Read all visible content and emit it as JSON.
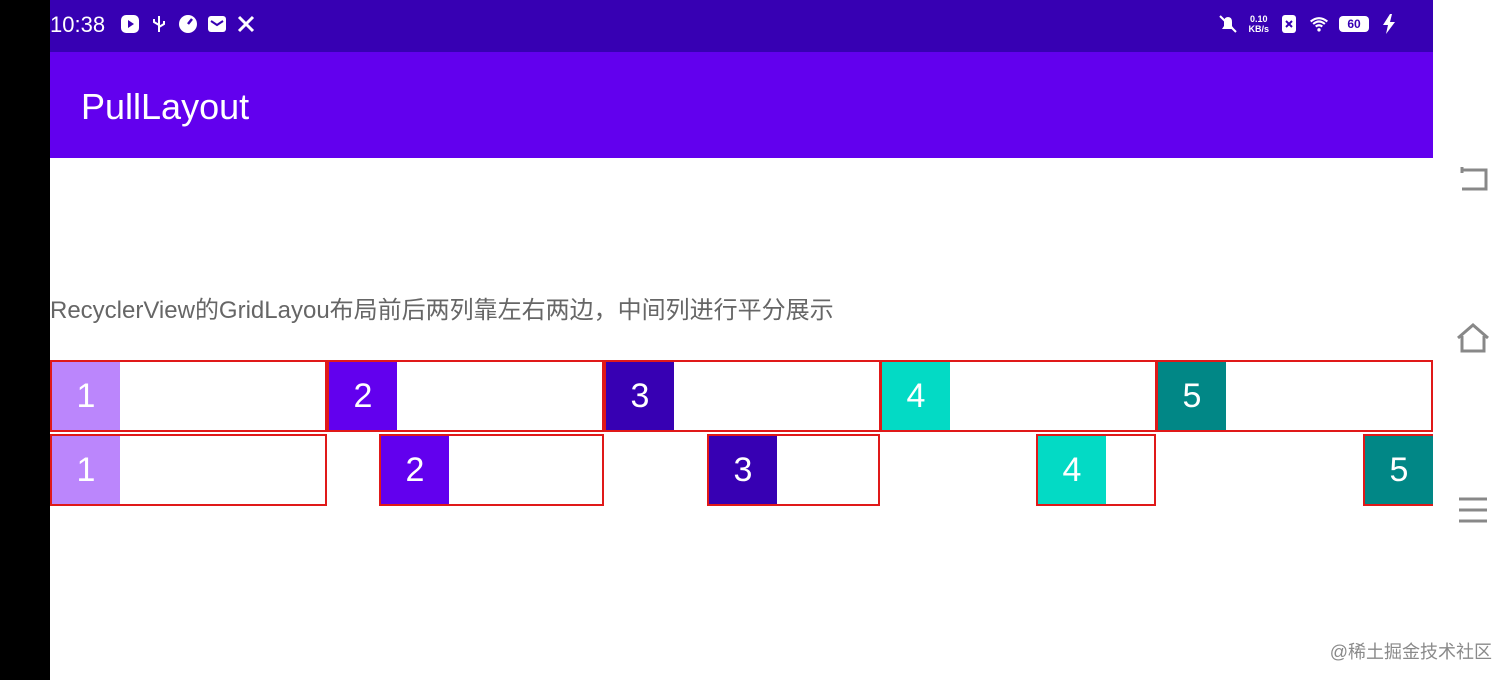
{
  "status_bar": {
    "time": "10:38",
    "left_icons": [
      "play-icon",
      "usb-icon",
      "speedometer-icon",
      "mail-icon",
      "tools-icon"
    ],
    "net_speed_value": "0.10",
    "net_speed_unit": "KB/s",
    "battery": "60",
    "right_icons": [
      "bell-muted-icon",
      "no-sim-icon",
      "wifi-icon",
      "battery-icon",
      "charging-icon"
    ]
  },
  "app_bar": {
    "title": "PullLayout"
  },
  "description": "RecyclerView的GridLayou布局前后两列靠左右两边，中间列进行平分展示",
  "colors": {
    "status_bar": "#3700b3",
    "app_bar": "#6200ee",
    "cell_border": "#e01919",
    "item_colors": [
      "#bb86fc",
      "#6200ee",
      "#3700b3",
      "#03dac5",
      "#018786"
    ]
  },
  "grid": {
    "row1": [
      "1",
      "2",
      "3",
      "4",
      "5"
    ],
    "row2": [
      "1",
      "2",
      "3",
      "4",
      "5"
    ]
  },
  "nav": [
    "back-icon",
    "home-icon",
    "menu-icon"
  ],
  "watermark": "@稀土掘金技术社区"
}
